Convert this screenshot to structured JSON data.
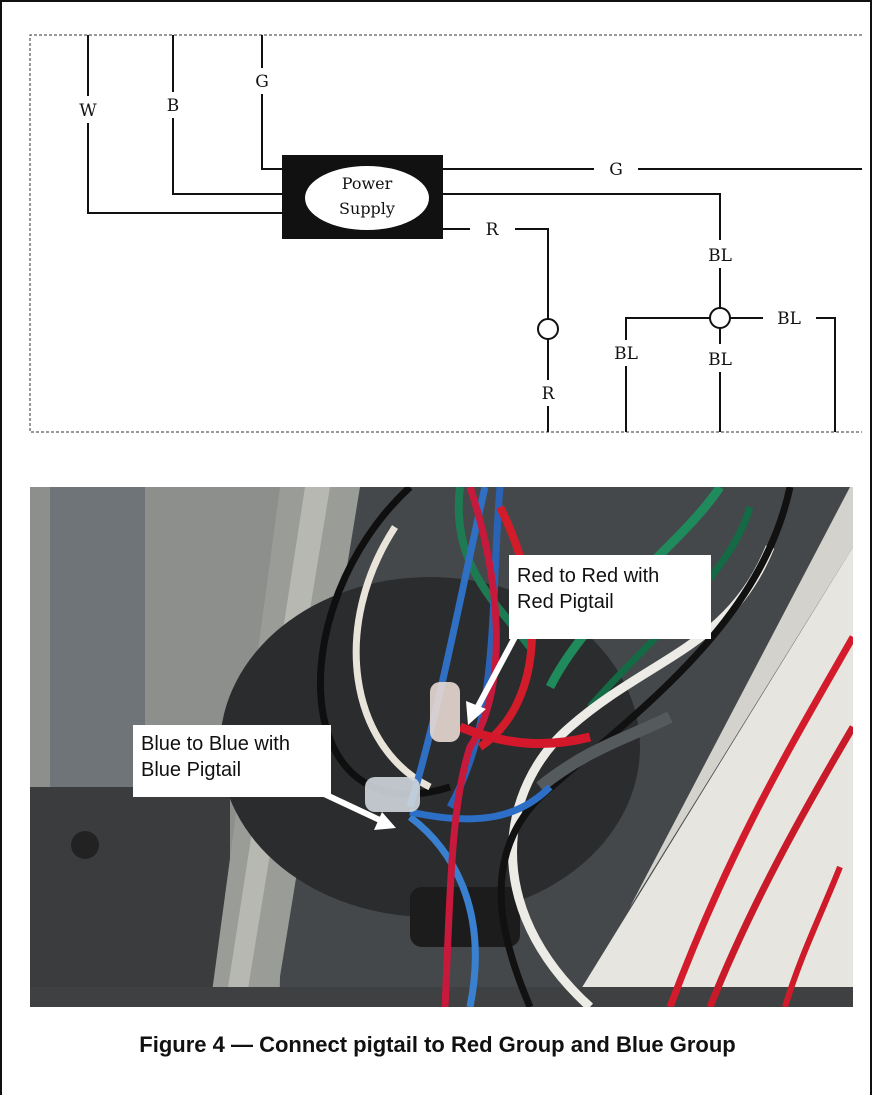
{
  "diagram": {
    "wire_labels": {
      "w": "W",
      "b": "B",
      "g_top": "G",
      "g_right": "G",
      "r_top": "R",
      "r_bottom": "R",
      "bl_upper": "BL",
      "bl_right": "BL",
      "bl_left": "BL",
      "bl_lower": "BL"
    },
    "power_supply": {
      "line1": "Power",
      "line2": "Supply"
    }
  },
  "photo": {
    "callout_red": "Red to Red with\nRed Pigtail",
    "callout_blue": "Blue to Blue with\nBlue Pigtail"
  },
  "caption": "Figure 4 — Connect pigtail to Red Group and Blue Group"
}
